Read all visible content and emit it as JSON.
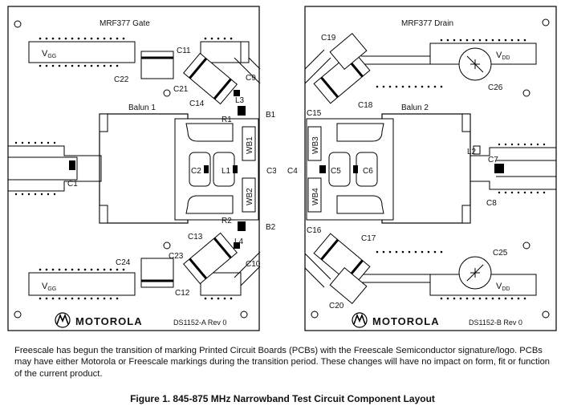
{
  "left_board": {
    "title": "MRF377 Gate",
    "supply": {
      "v": "V",
      "sub": "GG"
    },
    "components": {
      "c1": "C1",
      "c2": "C2",
      "c11": "C11",
      "c12": "C12",
      "c13": "C13",
      "c14": "C14",
      "c21": "C21",
      "c22": "C22",
      "c23": "C23",
      "c24": "C24",
      "c9": "C9",
      "c10": "C10",
      "c3": "C3",
      "l1": "L1",
      "l3": "L3",
      "l4": "L4",
      "r1": "R1",
      "r2": "R2",
      "b1": "B1",
      "b2": "B2",
      "wb1": "WB1",
      "wb2": "WB2",
      "balun": "Balun 1"
    },
    "logo_text": "MOTOROLA",
    "serial": "DS1152-A  Rev 0"
  },
  "right_board": {
    "title": "MRF377 Drain",
    "supply": {
      "v": "V",
      "sub": "DD"
    },
    "components": {
      "c19": "C19",
      "c15": "C15",
      "c18": "C18",
      "c26": "C26",
      "c25": "C25",
      "c16": "C16",
      "c17": "C17",
      "c20": "C20",
      "c4": "C4",
      "c5": "C5",
      "c6": "C6",
      "c7": "C7",
      "c8": "C8",
      "l2": "L2",
      "wb3": "WB3",
      "wb4": "WB4",
      "balun": "Balun 2"
    },
    "logo_text": "MOTOROLA",
    "serial": "DS1152-B  Rev 0"
  },
  "caption": "Freescale has begun the transition of marking Printed Circuit Boards (PCBs) with the Freescale Semiconductor signature/logo. PCBs may have either Motorola or Freescale markings during the transition period. These changes will have no impact on form, fit or function of the current product.",
  "figure_title": "Figure 1. 845-875 MHz Narrowband Test Circuit Component Layout"
}
